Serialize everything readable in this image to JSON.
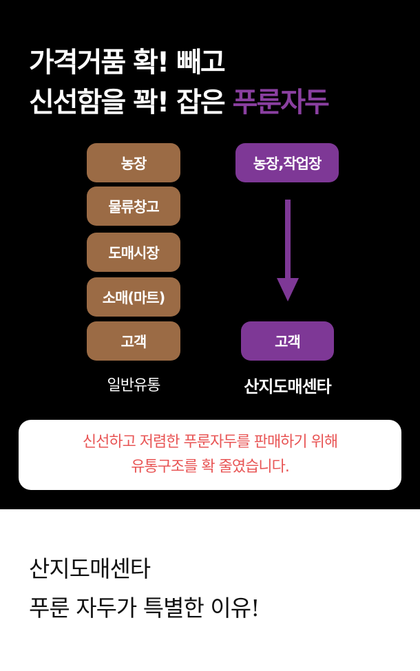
{
  "headline": {
    "line1": "가격거품 확! 빼고",
    "line2_prefix": "신선함을 꽉! 잡은 ",
    "line2_accent": "푸룬자두"
  },
  "general": {
    "steps": [
      "농장",
      "물류창고",
      "도매시장",
      "소매(마트)",
      "고객"
    ],
    "label": "일반유통"
  },
  "direct": {
    "from": "농장,작업장",
    "to": "고객",
    "label": "산지도매센타"
  },
  "notice": {
    "line1": "신선하고 저렴한 푸룬자두를 판매하기 위해",
    "line2": "유통구조를 확 줄였습니다."
  },
  "footer": {
    "line1": "산지도매센타",
    "line2": "푸룬 자두가 특별한 이유!"
  },
  "colors": {
    "brown": "#9b6b45",
    "purple": "#7e3896",
    "red": "#e85555"
  }
}
